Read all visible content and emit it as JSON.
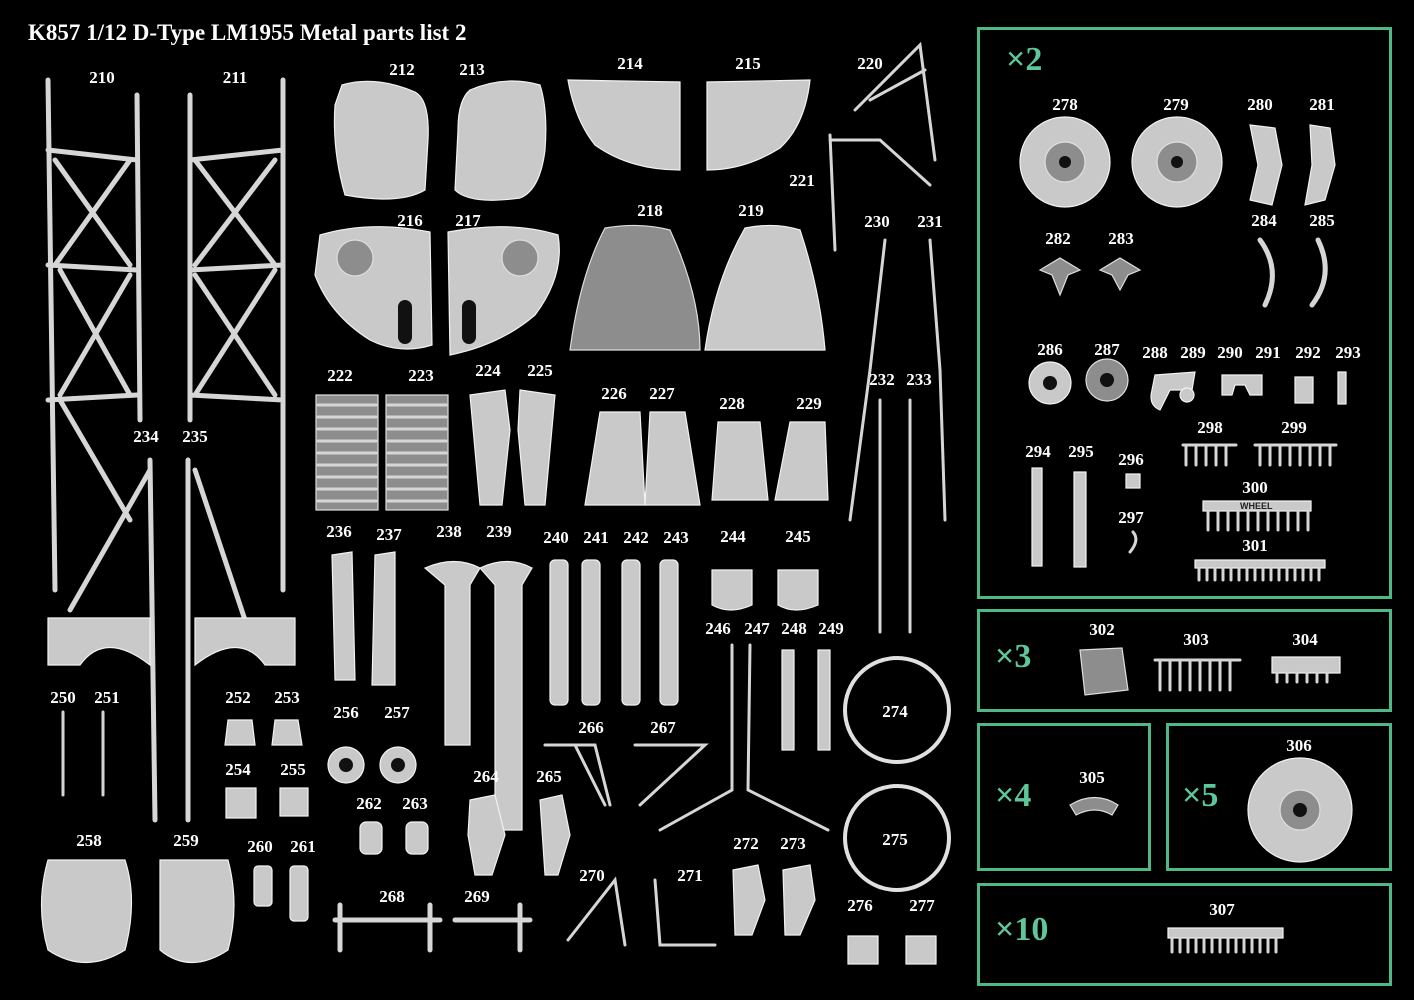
{
  "title": "K857   1/12 D-Type LM1955   Metal parts list 2",
  "part_numbers": {
    "p210": "210",
    "p211": "211",
    "p212": "212",
    "p213": "213",
    "p214": "214",
    "p215": "215",
    "p216": "216",
    "p217": "217",
    "p218": "218",
    "p219": "219",
    "p220": "220",
    "p221": "221",
    "p222": "222",
    "p223": "223",
    "p224": "224",
    "p225": "225",
    "p226": "226",
    "p227": "227",
    "p228": "228",
    "p229": "229",
    "p230": "230",
    "p231": "231",
    "p232": "232",
    "p233": "233",
    "p234": "234",
    "p235": "235",
    "p236": "236",
    "p237": "237",
    "p238": "238",
    "p239": "239",
    "p240": "240",
    "p241": "241",
    "p242": "242",
    "p243": "243",
    "p244": "244",
    "p245": "245",
    "p246": "246",
    "p247": "247",
    "p248": "248",
    "p249": "249",
    "p250": "250",
    "p251": "251",
    "p252": "252",
    "p253": "253",
    "p254": "254",
    "p255": "255",
    "p256": "256",
    "p257": "257",
    "p258": "258",
    "p259": "259",
    "p260": "260",
    "p261": "261",
    "p262": "262",
    "p263": "263",
    "p264": "264",
    "p265": "265",
    "p266": "266",
    "p267": "267",
    "p268": "268",
    "p269": "269",
    "p270": "270",
    "p271": "271",
    "p272": "272",
    "p273": "273",
    "p274": "274",
    "p275": "275",
    "p276": "276",
    "p277": "277",
    "p278": "278",
    "p279": "279",
    "p280": "280",
    "p281": "281",
    "p282": "282",
    "p283": "283",
    "p284": "284",
    "p285": "285",
    "p286": "286",
    "p287": "287",
    "p288": "288",
    "p289": "289",
    "p290": "290",
    "p291": "291",
    "p292": "292",
    "p293": "293",
    "p294": "294",
    "p295": "295",
    "p296": "296",
    "p297": "297",
    "p298": "298",
    "p299": "299",
    "p300": "300",
    "p301": "301",
    "p302": "302",
    "p303": "303",
    "p304": "304",
    "p305": "305",
    "p306": "306",
    "p307": "307"
  },
  "quantity_boxes": {
    "x2": "×2",
    "x3": "×3",
    "x4": "×4",
    "x5": "×5",
    "x10": "×10"
  },
  "part_300_stamp": "WHEEL",
  "colors": {
    "background": "#000000",
    "box_border": "#4fb887",
    "multiplier_text": "#5ec79a",
    "part_number_text": "#ffffff"
  }
}
